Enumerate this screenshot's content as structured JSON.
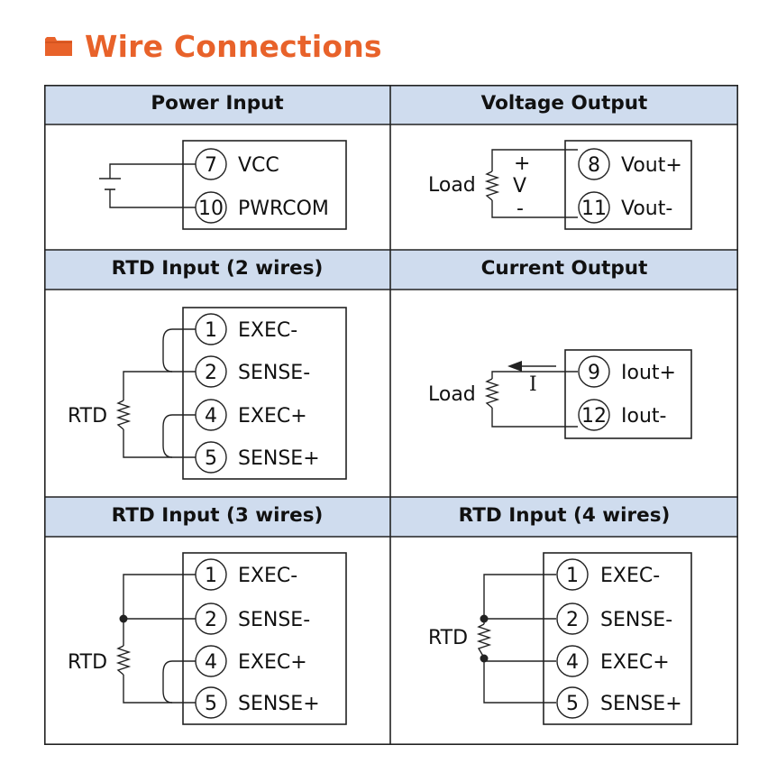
{
  "header": {
    "title": "Wire Connections",
    "icon": "folder-icon",
    "accent_color": "#e8622a"
  },
  "colors": {
    "header_band": "#cfdcee",
    "border": "#222222"
  },
  "panels": {
    "power_input": {
      "title": "Power Input",
      "pins": [
        {
          "num": "7",
          "label": "VCC"
        },
        {
          "num": "10",
          "label": "PWRCOM"
        }
      ]
    },
    "voltage_output": {
      "title": "Voltage Output",
      "load_label": "Load",
      "plus": "+",
      "v": "V",
      "minus": "-",
      "pins": [
        {
          "num": "8",
          "label": "Vout+"
        },
        {
          "num": "11",
          "label": "Vout-"
        }
      ]
    },
    "rtd_2wire": {
      "title": "RTD Input (2 wires)",
      "rtd_label": "RTD",
      "pins": [
        {
          "num": "1",
          "label": "EXEC-"
        },
        {
          "num": "2",
          "label": "SENSE-"
        },
        {
          "num": "4",
          "label": "EXEC+"
        },
        {
          "num": "5",
          "label": "SENSE+"
        }
      ]
    },
    "current_output": {
      "title": "Current Output",
      "load_label": "Load",
      "current_label": "I",
      "pins": [
        {
          "num": "9",
          "label": "Iout+"
        },
        {
          "num": "12",
          "label": "Iout-"
        }
      ]
    },
    "rtd_3wire": {
      "title": "RTD Input (3 wires)",
      "rtd_label": "RTD",
      "pins": [
        {
          "num": "1",
          "label": "EXEC-"
        },
        {
          "num": "2",
          "label": "SENSE-"
        },
        {
          "num": "4",
          "label": "EXEC+"
        },
        {
          "num": "5",
          "label": "SENSE+"
        }
      ]
    },
    "rtd_4wire": {
      "title": "RTD Input (4 wires)",
      "rtd_label": "RTD",
      "pins": [
        {
          "num": "1",
          "label": "EXEC-"
        },
        {
          "num": "2",
          "label": "SENSE-"
        },
        {
          "num": "4",
          "label": "EXEC+"
        },
        {
          "num": "5",
          "label": "SENSE+"
        }
      ]
    }
  }
}
